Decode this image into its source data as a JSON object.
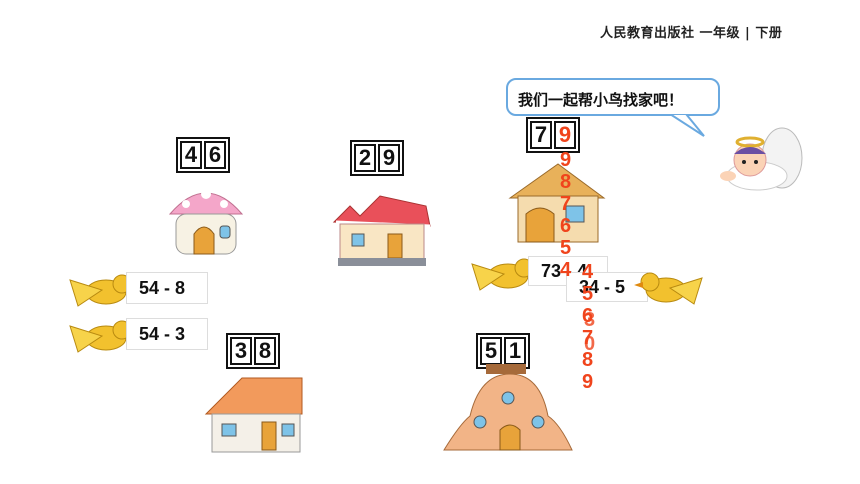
{
  "header": {
    "publisher": "人民教育出版社 一年级 | 下册"
  },
  "speech": {
    "text": "我们一起帮小鸟找家吧！"
  },
  "houses": [
    {
      "name": "mushroom-house",
      "digits": [
        "4",
        "6"
      ]
    },
    {
      "name": "red-roof-house",
      "digits": [
        "2",
        "9"
      ]
    },
    {
      "name": "brown-roof-house",
      "digits": [
        "7",
        "9"
      ]
    },
    {
      "name": "orange-roof-house",
      "digits": [
        "3",
        "8"
      ]
    },
    {
      "name": "dome-house",
      "digits": [
        "5",
        "1"
      ]
    }
  ],
  "birds": [
    {
      "expression": "54 - 8"
    },
    {
      "expression": "54 - 3"
    },
    {
      "expression": "73 - 4"
    },
    {
      "expression": "34 - 5"
    }
  ],
  "animation": {
    "counting_top": [
      "9",
      "8",
      "7",
      "6",
      "5",
      "4"
    ],
    "counting_bottom": [
      "4",
      "5",
      "6",
      "7",
      "8",
      "9"
    ],
    "overlap_a": "3",
    "overlap_b": "0"
  },
  "colors": {
    "accent": "#f0441c",
    "bubble_border": "#6aa9e0",
    "bird": "#f2c12e"
  }
}
